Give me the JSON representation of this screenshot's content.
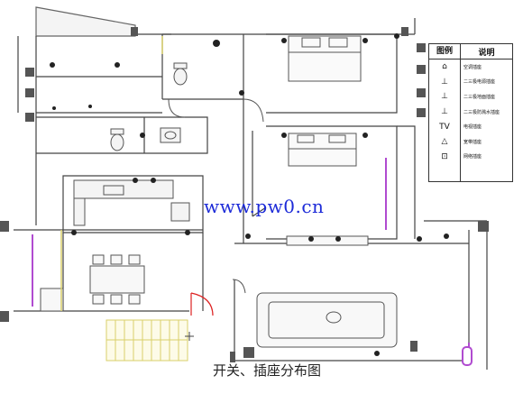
{
  "watermark": "www.pw0.cn",
  "caption": "开关、插座分布图",
  "legend": {
    "header_symbol": "图例",
    "header_desc": "说明",
    "items": [
      {
        "symbol": "⌂",
        "label": "空调插座"
      },
      {
        "symbol": "⊥",
        "label": "二三极电源插座"
      },
      {
        "symbol": "⊥",
        "label": "二三极地面插座"
      },
      {
        "symbol": "⊥",
        "label": "二三极防溅水插座"
      },
      {
        "symbol": "TV",
        "label": "电视插座"
      },
      {
        "symbol": "△",
        "label": "宽带插座"
      },
      {
        "symbol": "⊡",
        "label": "网络插座"
      }
    ]
  },
  "colors": {
    "wall": "#555555",
    "line": "#444444",
    "door_red": "#dd2222",
    "window_purple": "#b04bd0",
    "stairs_yellow": "#d9cf6a",
    "watermark_blue": "#1d2bd8"
  }
}
